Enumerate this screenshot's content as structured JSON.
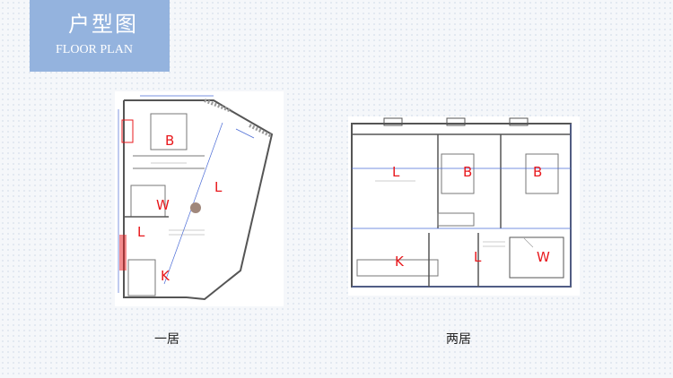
{
  "header": {
    "title_cn": "户型图",
    "title_en": "FLOOR PLAN"
  },
  "plans": {
    "one": {
      "caption": "一居",
      "labels": {
        "bedroom": "B",
        "living": "L",
        "bath": "W",
        "living2": "L",
        "kitchen": "K"
      }
    },
    "two": {
      "caption": "两居",
      "labels": {
        "living": "L",
        "bedroom1": "B",
        "bedroom2": "B",
        "kitchen": "K",
        "living2": "L",
        "bath": "W"
      }
    }
  },
  "colors": {
    "title_bg": "#94b3de",
    "label": "#e8181c",
    "wall": "#555555",
    "dim": "#4a6bd6"
  }
}
